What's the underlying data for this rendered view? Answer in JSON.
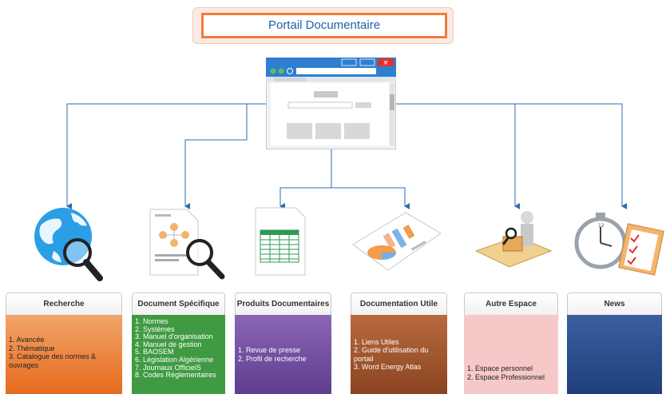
{
  "title": "Portail Documentaire",
  "icons": [
    "globe-magnifier-icon",
    "document-magnifier-icon",
    "spreadsheet-icon",
    "chart-document-icon",
    "person-box-icon",
    "stopwatch-checklist-icon"
  ],
  "colors": {
    "title_border": "#ef7d3a",
    "title_text": "#2060a8",
    "connector": "#2b6cb0"
  },
  "boxes": [
    {
      "key": "recherche",
      "title": "Recherche",
      "items": [
        "1. Avancée",
        "2. Thématique",
        "3. Catalogue   des normes & ouvrages"
      ],
      "color": "#e66b1c"
    },
    {
      "key": "document",
      "title": "Document Spécifique",
      "items": [
        "1. Normes",
        "2. Systèmes",
        "3. Manuel d'organisation",
        "4. Manuel de gestion",
        "5. BAOSEM",
        "6. Législation Algérienne",
        "7. Journaux OfficielS",
        "8. Codes Réglementaires"
      ],
      "color": "#3f9a42"
    },
    {
      "key": "produits",
      "title": "Produits Documentaires",
      "items": [
        "1. Revue de presse",
        "2. Profil   de recherche"
      ],
      "color": "#6a4a9c"
    },
    {
      "key": "documentation",
      "title": "Documentation Utile",
      "items": [
        "1. Liens Utiles",
        "2. Guide d'utilisation du portail",
        "3. Word Energy Atlas"
      ],
      "color": "#9a5028"
    },
    {
      "key": "autre",
      "title": "Autre Espace",
      "items": [
        "1. Espace personnel",
        "2. Espace  Professionnel"
      ],
      "color": "#f6c8c8"
    },
    {
      "key": "news",
      "title": "News",
      "items": [],
      "color": "#2b4d8c"
    }
  ]
}
